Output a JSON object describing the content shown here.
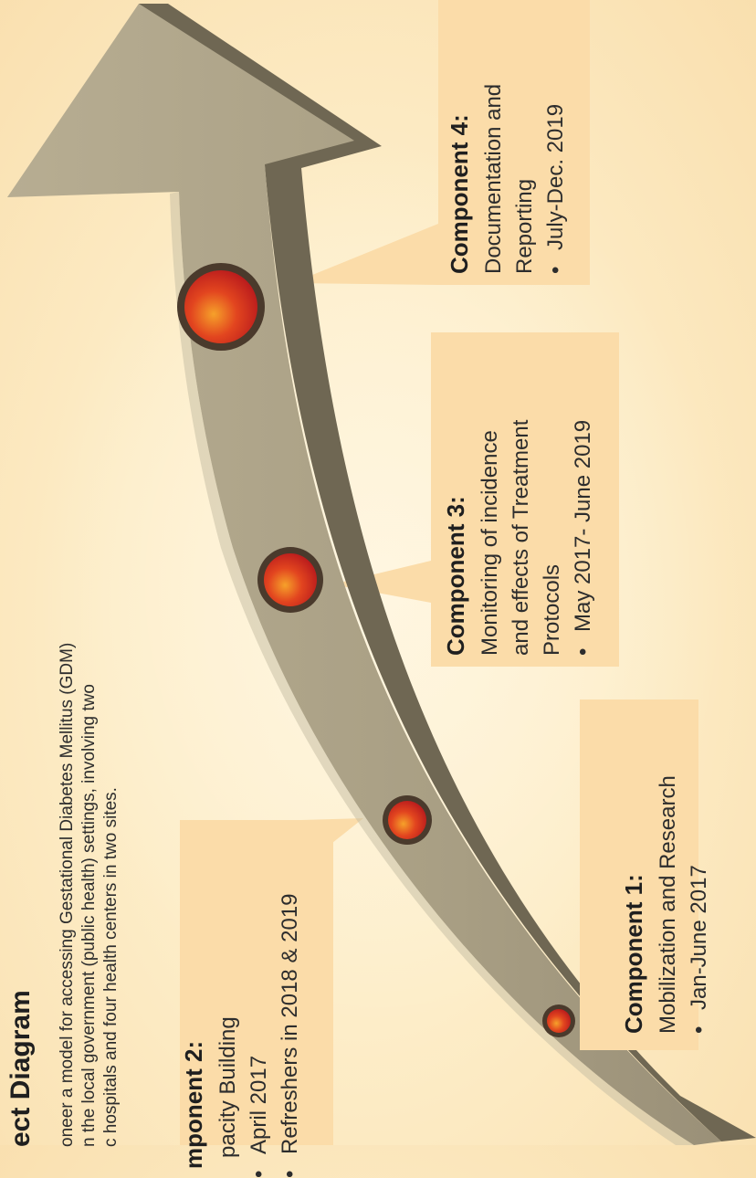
{
  "diagram": {
    "title": "ect Diagram",
    "description_lines": [
      "oneer a model for accessing Gestational Diabetes Mellitus (GDM)",
      "n the local government (public health) settings, involving two",
      "c hospitals and four health centers in two sites."
    ],
    "components": [
      {
        "title": "Component 1:",
        "lines": [
          "Mobilization and Research"
        ],
        "bullets": [
          "Jan-June 2017"
        ]
      },
      {
        "title": "mponent 2:",
        "lines": [
          "pacity Building"
        ],
        "bullets": [
          "April 2017",
          "Refreshers in 2018 & 2019"
        ]
      },
      {
        "title": "Component 3:",
        "lines": [
          "Monitoring of incidence",
          "and effects of Treatment",
          "Protocols"
        ],
        "bullets": [
          "May 2017- June 2019"
        ]
      },
      {
        "title": "Component 4:",
        "lines": [
          "Documentation and",
          "Reporting"
        ],
        "bullets": [
          "July-Dec. 2019"
        ]
      }
    ],
    "bullet_char": "•",
    "colors": {
      "background": "#fdedc8",
      "callout": "#fbdca9",
      "arrow_face": "#a99f84",
      "arrow_side": "#6f6753",
      "marker_fill": "#d9291f",
      "marker_ring": "#4a3a2c"
    }
  }
}
